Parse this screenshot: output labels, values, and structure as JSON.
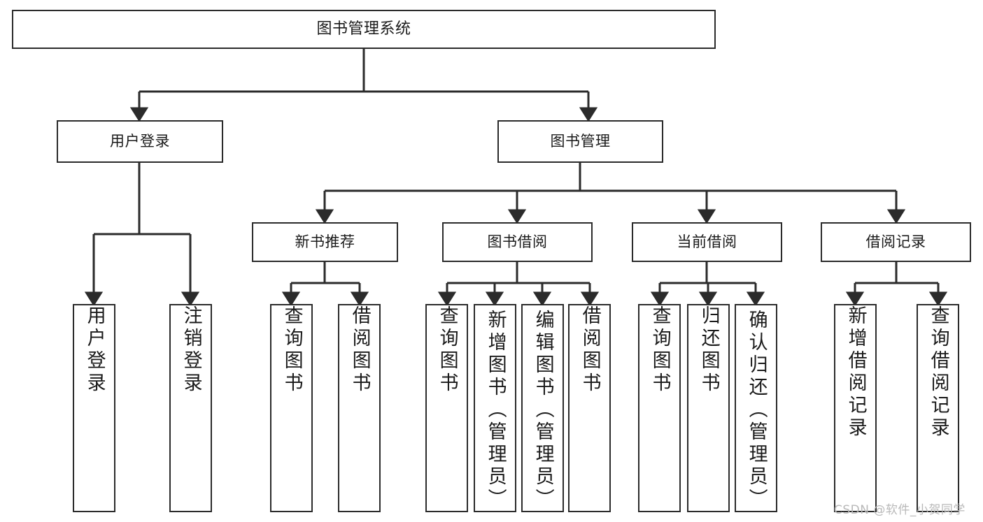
{
  "diagram": {
    "title": "图书管理系统",
    "type": "tree-hierarchy-chart",
    "watermark": "CSDN @软件_小贺同学",
    "colors": {
      "stroke": "#2b2b2b",
      "fill": "#ffffff",
      "text": "#1a1a1a",
      "watermark": "#b9b9b9"
    },
    "root": {
      "id": "root",
      "label": "图书管理系统"
    },
    "level1": [
      {
        "id": "user-login",
        "label": "用户登录"
      },
      {
        "id": "book-manage",
        "label": "图书管理"
      }
    ],
    "level2": [
      {
        "id": "new-book-rec",
        "label": "新书推荐",
        "parent": "book-manage"
      },
      {
        "id": "book-borrow",
        "label": "图书借阅",
        "parent": "book-manage"
      },
      {
        "id": "current-borrow",
        "label": "当前借阅",
        "parent": "book-manage"
      },
      {
        "id": "borrow-record",
        "label": "借阅记录",
        "parent": "book-manage"
      }
    ],
    "leaves": [
      {
        "id": "leaf-user-login",
        "label": "用户登录",
        "parent": "user-login"
      },
      {
        "id": "leaf-logout",
        "label": "注销登录",
        "parent": "user-login"
      },
      {
        "id": "leaf-query-book-1",
        "label": "查询图书",
        "parent": "new-book-rec"
      },
      {
        "id": "leaf-borrow-book-1",
        "label": "借阅图书",
        "parent": "new-book-rec"
      },
      {
        "id": "leaf-query-book-2",
        "label": "查询图书",
        "parent": "book-borrow"
      },
      {
        "id": "leaf-add-book",
        "label": "新增图书（管理员）",
        "parent": "book-borrow"
      },
      {
        "id": "leaf-edit-book",
        "label": "编辑图书（管理员）",
        "parent": "book-borrow"
      },
      {
        "id": "leaf-borrow-book-2",
        "label": "借阅图书",
        "parent": "book-borrow"
      },
      {
        "id": "leaf-query-book-3",
        "label": "查询图书",
        "parent": "current-borrow"
      },
      {
        "id": "leaf-return-book",
        "label": "归还图书",
        "parent": "current-borrow"
      },
      {
        "id": "leaf-confirm-return",
        "label": "确认归还（管理员）",
        "parent": "current-borrow"
      },
      {
        "id": "leaf-add-record",
        "label": "新增借阅记录",
        "parent": "borrow-record"
      },
      {
        "id": "leaf-query-record",
        "label": "查询借阅记录",
        "parent": "borrow-record"
      }
    ]
  }
}
